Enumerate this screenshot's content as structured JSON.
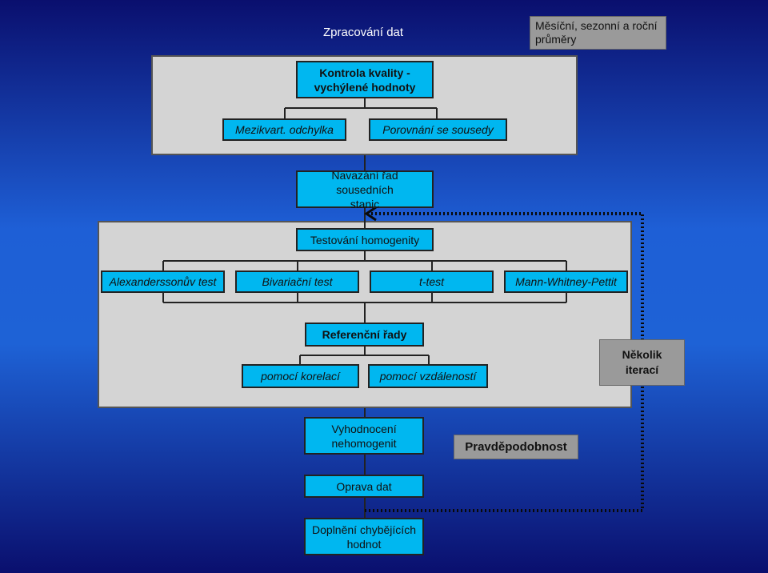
{
  "title": "Zpracování dat",
  "note_top": "Měsíční, sezonní a roční průměry",
  "quality_control": "Kontrola kvality - vychýlené hodnoty",
  "quality_methods": [
    "Mezikvart. odchylka",
    "Porovnání se sousedy"
  ],
  "linking": "Navazání řad sousedních stanic",
  "homogeneity_testing": "Testování homogenity",
  "tests": [
    "Alexanderssonův test",
    "Bivariační test",
    "t-test",
    "Mann-Whitney-Pettit"
  ],
  "reference_series": "Referenční řady",
  "reference_methods": [
    "pomocí korelací",
    "pomocí vzdáleností"
  ],
  "iterations": "Několik iterací",
  "evaluation": "Vyhodnocení nehomogenit",
  "probability": "Pravděpodobnost",
  "correction": "Oprava dat",
  "filling": "Doplnění chybějících hodnot",
  "colors": {
    "box": "#00b7f0",
    "panel": "#d4d4d4",
    "note": "#9a9a9a",
    "bg_mid": "#1e5fd6"
  }
}
